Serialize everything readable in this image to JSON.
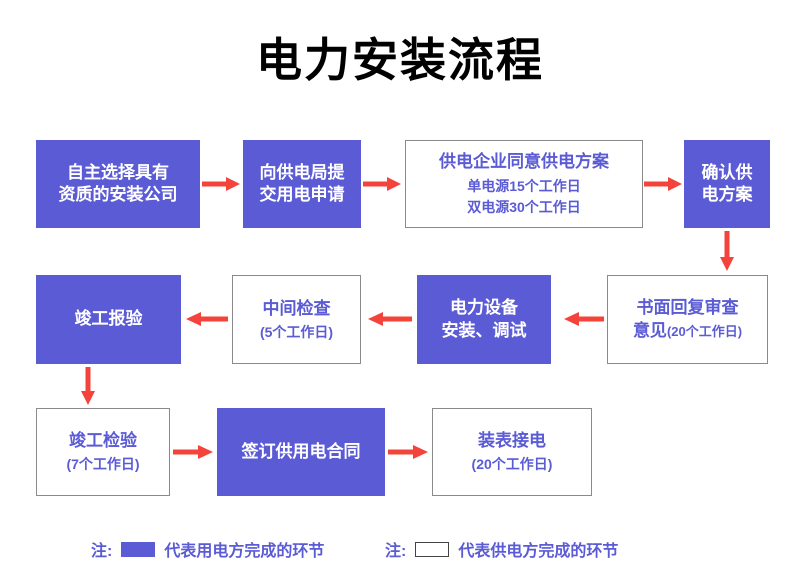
{
  "title": "电力安装流程",
  "colors": {
    "node_fill": "#5B5BD6",
    "node_text_on_fill": "#FFFFFF",
    "node_text_on_white": "#5B5BD6",
    "arrow": "#F4433A",
    "outline_border": "#8A8A8A",
    "title_text": "#000000"
  },
  "nodes": [
    {
      "id": "n1",
      "style": "filled",
      "line1": "自主选择具有",
      "line2": "资质的安装公司"
    },
    {
      "id": "n2",
      "style": "filled",
      "line1": "向供电局提",
      "line2": "交用电申请"
    },
    {
      "id": "n3",
      "style": "outline",
      "line1": "供电企业同意供电方案",
      "line2": "单电源15个工作日",
      "line3": "双电源30个工作日"
    },
    {
      "id": "n4",
      "style": "filled",
      "line1": "确认供",
      "line2": "电方案"
    },
    {
      "id": "n5",
      "style": "outline",
      "line1": "书面回复审查",
      "line2": "意见",
      "line2_note": "(20个工作日)"
    },
    {
      "id": "n6",
      "style": "filled",
      "line1": "电力设备",
      "line2": "安装、调试"
    },
    {
      "id": "n7",
      "style": "outline",
      "line1": "中间检查",
      "line2": "(5个工作日)"
    },
    {
      "id": "n8",
      "style": "filled",
      "line1": "竣工报验"
    },
    {
      "id": "n9",
      "style": "outline",
      "line1": "竣工检验",
      "line2": "(7个工作日)"
    },
    {
      "id": "n10",
      "style": "filled",
      "line1": "签订供用电合同"
    },
    {
      "id": "n11",
      "style": "outline",
      "line1": "装表接电",
      "line2": "(20个工作日)"
    }
  ],
  "legend": [
    {
      "prefix": "注:",
      "swatch": "filled",
      "label": "代表用电方完成的环节"
    },
    {
      "prefix": "注:",
      "swatch": "outline",
      "label": "代表供电方完成的环节"
    }
  ]
}
